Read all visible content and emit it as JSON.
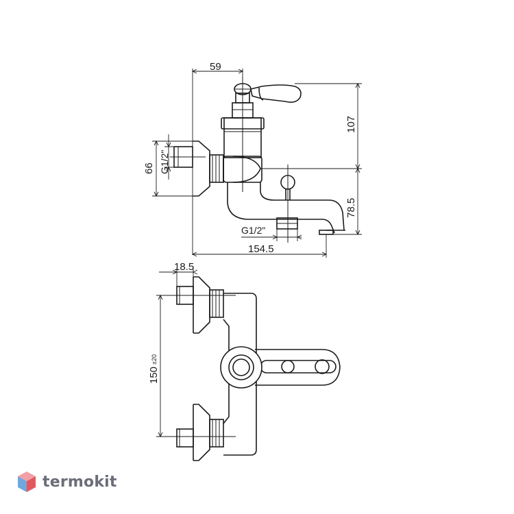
{
  "dimensions": {
    "top_width": "59",
    "height_upper": "107",
    "inlet_height": "66",
    "thread_left": "G1/2\"",
    "spout_height": "78.5",
    "thread_bottom": "G1/2\"",
    "total_length": "154.5",
    "offset": "18.5",
    "center_distance": "150",
    "center_tolerance": "±20"
  },
  "watermark": {
    "brand": "termokit",
    "icon": "cube-logo-icon",
    "colors": {
      "top": "#f0a0a6",
      "left": "#6ea8dc",
      "right": "#e4575f",
      "text": "#6b6e78"
    }
  }
}
